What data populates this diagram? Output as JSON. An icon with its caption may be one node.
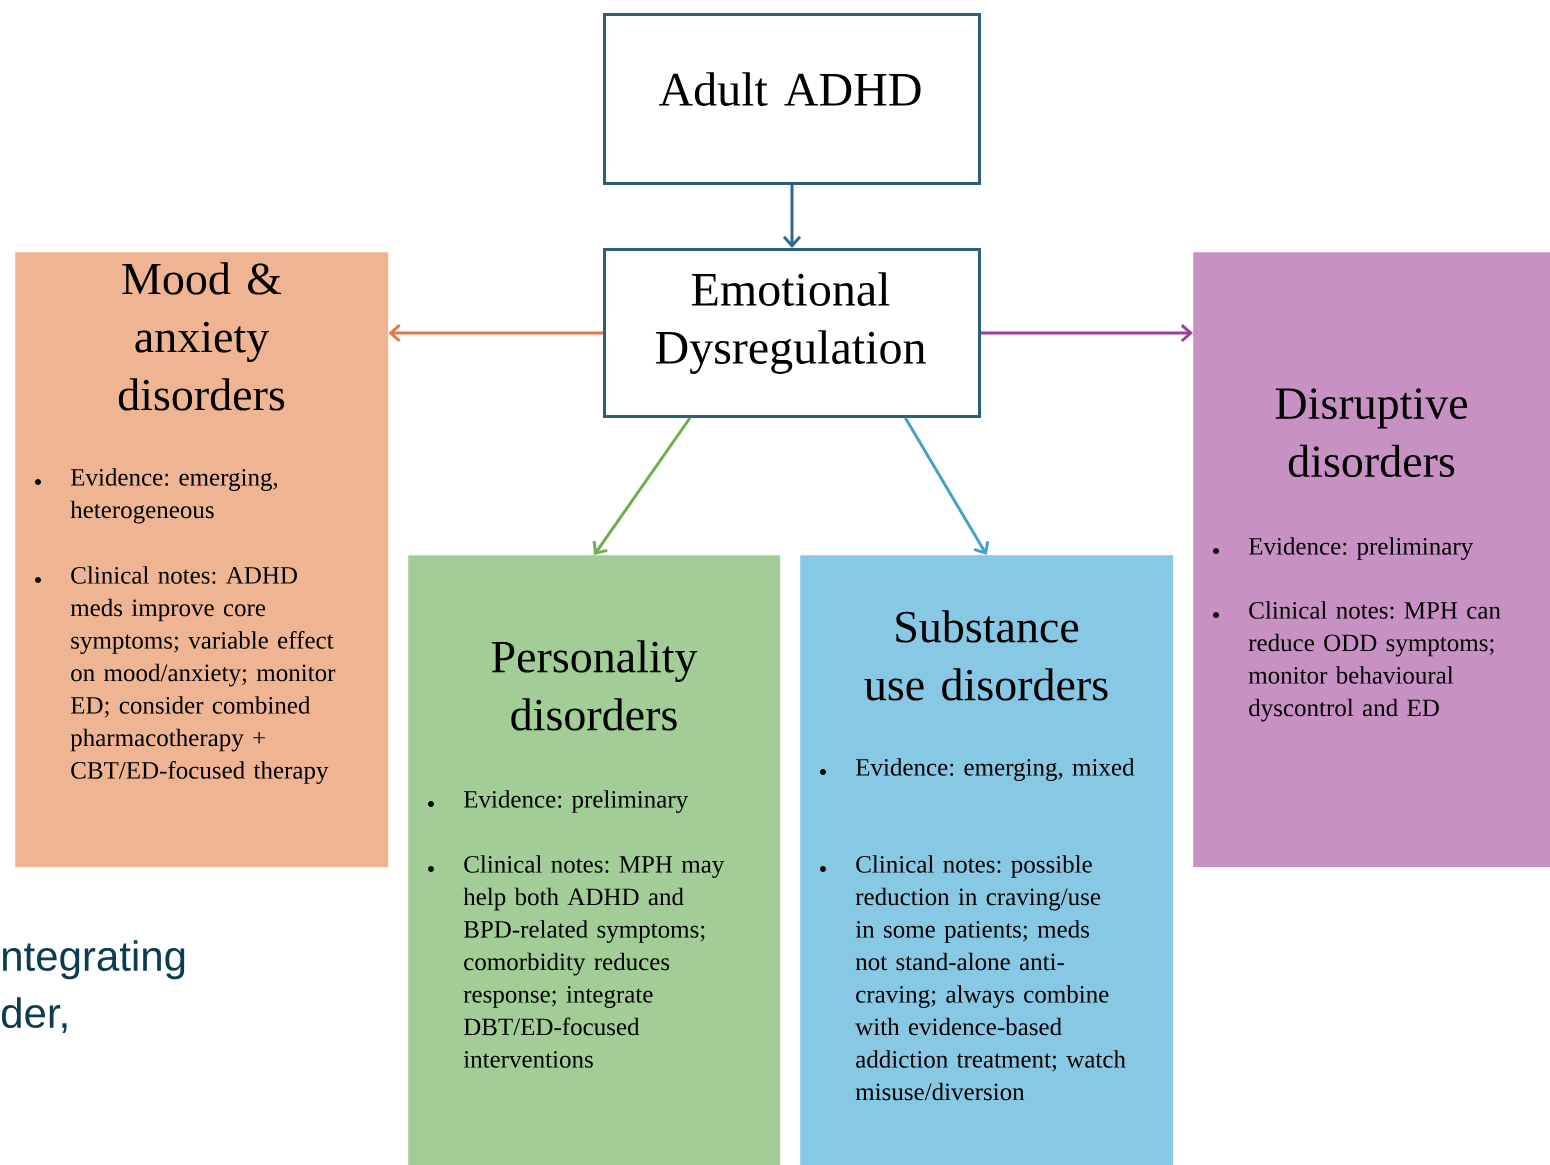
{
  "diagram": {
    "nodes": [
      {
        "text": [
          "Adult ADHD"
        ]
      },
      {
        "text": [
          "Emotional Dysregulation"
        ]
      },
      {
        "text": [
          "Mood & anxiety disorders",
          "Evidence: emerging, heterogeneous",
          "Clinical notes: ADHD meds improve core symptoms; variable effect on mood/anxiety; monitor ED; consider combined pharmacotherapy + CBT/ED-focused therapy"
        ]
      },
      {
        "text": [
          "Personality disorders",
          "Evidence: preliminary",
          "Clinical notes: MPH may help both ADHD and BPD-related symptoms; comorbidity reduces response; integrate DBT/ED-focused interventions"
        ]
      },
      {
        "text": [
          "Substance use disorders",
          "Evidence: emerging, mixed",
          "Clinical notes: possible reduction in craving/use in some patients; meds not stand-alone anti-craving; always combine with evidence-based addiction treatment; watch misuse/diversion"
        ]
      },
      {
        "text": [
          "Disruptive disorders",
          "Evidence: preliminary",
          "Clinical notes: MPH can reduce ODD symptoms; monitor behavioural dyscontrol and ED"
        ]
      }
    ],
    "edges": [
      {
        "from": 0,
        "to": 1,
        "arrow": "to",
        "color": "#2e6a8a"
      },
      {
        "from": 1,
        "to": 2,
        "arrow": "to",
        "color": "#e07a45"
      },
      {
        "from": 1,
        "to": 5,
        "arrow": "to",
        "color": "#9b3f98"
      },
      {
        "from": 1,
        "to": 3,
        "arrow": "to",
        "color": "#6ab04c"
      },
      {
        "from": 1,
        "to": 4,
        "arrow": "to",
        "color": "#45a0d0"
      }
    ],
    "labels": [
      "ntegrating der,"
    ]
  }
}
